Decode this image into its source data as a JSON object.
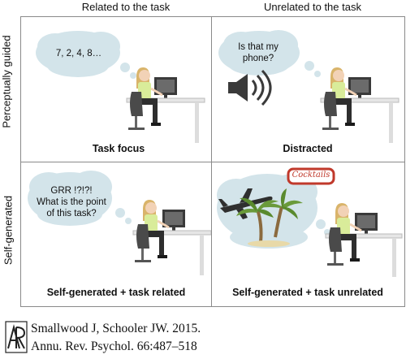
{
  "columns": {
    "related": "Related to the task",
    "unrelated": "Unrelated to the task"
  },
  "rows": {
    "perceptual": "Perceptually guided",
    "self": "Self-generated"
  },
  "cells": {
    "task_focus": {
      "thought": "7, 2, 4, 8…",
      "caption": "Task focus"
    },
    "distracted": {
      "thought_line1": "Is that my",
      "thought_line2": "phone?",
      "caption": "Distracted"
    },
    "self_related": {
      "thought_line1": "GRR !?!?!",
      "thought_line2": "What is the point",
      "thought_line3": "of this task?",
      "caption": "Self-generated + task related"
    },
    "self_unrelated": {
      "sign": "Cocktails",
      "caption": "Self-generated + task unrelated"
    }
  },
  "citation": {
    "line1": "Smallwood J, Schooler JW. 2015.",
    "line2": "Annu. Rev. Psychol. 66:487–518"
  },
  "colors": {
    "bubble": "#d3e4ea",
    "shirt": "#d9ec9a",
    "hair": "#d9b46a",
    "sign": "#c0392b",
    "palm": "#6a9a3a"
  }
}
